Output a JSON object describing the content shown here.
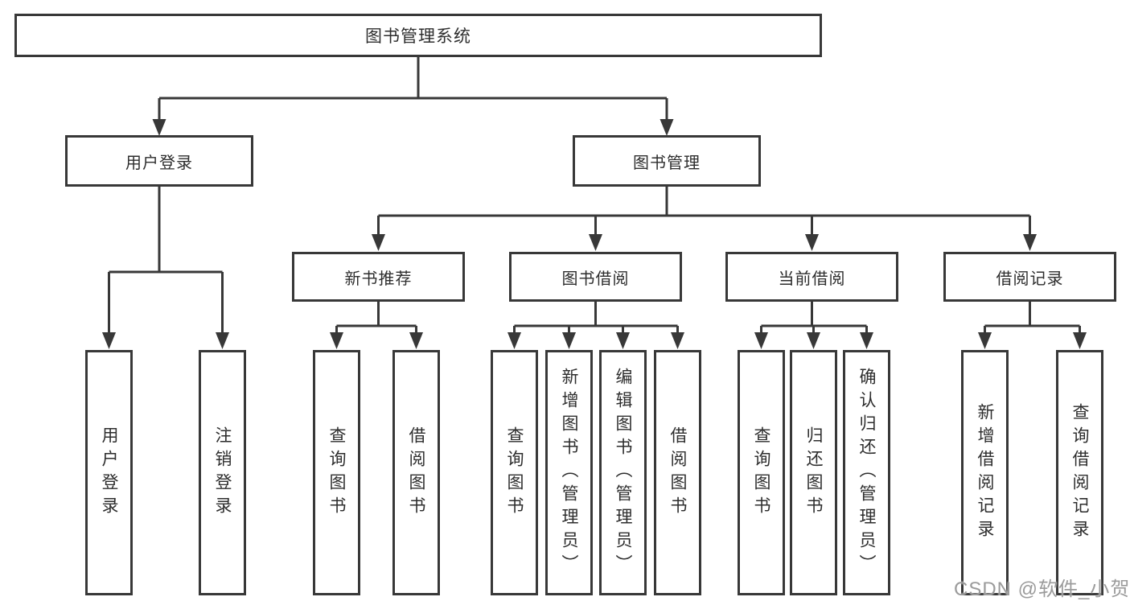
{
  "tree": {
    "label": "图书管理系统",
    "children": [
      {
        "label": "用户登录",
        "children": [
          {
            "label": "用户登录"
          },
          {
            "label": "注销登录"
          }
        ]
      },
      {
        "label": "图书管理",
        "children": [
          {
            "label": "新书推荐",
            "children": [
              {
                "label": "查询图书"
              },
              {
                "label": "借阅图书"
              }
            ]
          },
          {
            "label": "图书借阅",
            "children": [
              {
                "label": "查询图书"
              },
              {
                "label": "新增图书（管理员）"
              },
              {
                "label": "编辑图书（管理员）"
              },
              {
                "label": "借阅图书"
              }
            ]
          },
          {
            "label": "当前借阅",
            "children": [
              {
                "label": "查询图书"
              },
              {
                "label": "归还图书"
              },
              {
                "label": "确认归还（管理员）"
              }
            ]
          },
          {
            "label": "借阅记录",
            "children": [
              {
                "label": "新增借阅记录"
              },
              {
                "label": "查询借阅记录"
              }
            ]
          }
        ]
      }
    ]
  },
  "watermark": {
    "text": "CSDN @软件_小贺同学"
  },
  "colors": {
    "line": "#383838",
    "box_border": "#383838",
    "text": "#2d2d2d",
    "watermark": "#9b9b9b",
    "background": "#ffffff"
  }
}
